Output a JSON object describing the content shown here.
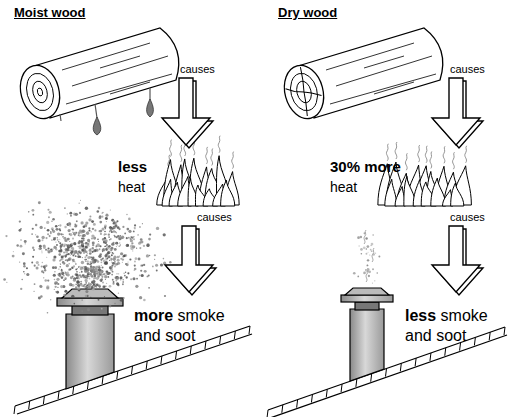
{
  "diagram": {
    "nodes": [
      {
        "text": [
          "Moist wood"
        ]
      },
      {
        "text": [
          "less",
          "heat"
        ]
      },
      {
        "text": [
          "more",
          "smoke and soot"
        ]
      },
      {
        "text": [
          "Dry wood"
        ]
      },
      {
        "text": [
          "30% more",
          "heat"
        ]
      },
      {
        "text": [
          "less",
          "smoke and soot"
        ]
      }
    ],
    "edges": [
      {
        "from": 0,
        "to": 1,
        "arrow": "to",
        "label": "causes"
      },
      {
        "from": 1,
        "to": 2,
        "arrow": "to",
        "label": "causes"
      },
      {
        "from": 3,
        "to": 4,
        "arrow": "to",
        "label": "causes"
      },
      {
        "from": 4,
        "to": 5,
        "arrow": "to",
        "label": "causes"
      }
    ]
  }
}
